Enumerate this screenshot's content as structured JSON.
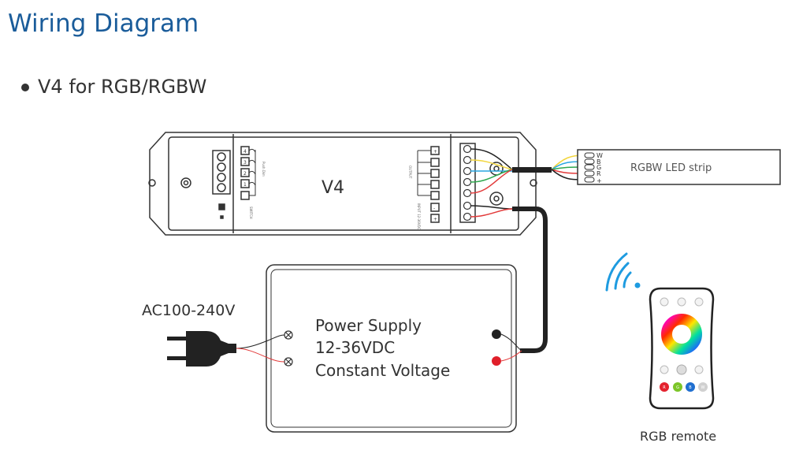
{
  "title": "Wiring Diagram",
  "subtitle": "V4 for RGB/RGBW",
  "controller": {
    "label": "V4",
    "push_dim_label": "Push Dim",
    "switch_label": "SWITCH",
    "output_label": "OUTPUT",
    "input_label": "INPUT 12-36VDC",
    "channels": [
      "4",
      "3",
      "2",
      "1"
    ],
    "input_terminals": [
      "-",
      "+"
    ],
    "output_common": "+"
  },
  "led_strip": {
    "label": "RGBW LED strip",
    "pins": [
      "W",
      "B",
      "G",
      "R",
      "+"
    ]
  },
  "power_supply": {
    "lines": [
      "Power Supply",
      "12-36VDC",
      "Constant Voltage"
    ]
  },
  "ac_input": "AC100-240V",
  "remote": {
    "label": "RGB remote",
    "buttons": [
      "R",
      "G",
      "B",
      "W"
    ]
  },
  "colors": {
    "title": "#1a5c9a",
    "wire_white": "#f2d53c",
    "wire_blue": "#2aa6e0",
    "wire_green": "#2fa84f",
    "wire_red": "#e23a3a",
    "wire_black": "#222222",
    "wireless": "#1e9be0"
  }
}
